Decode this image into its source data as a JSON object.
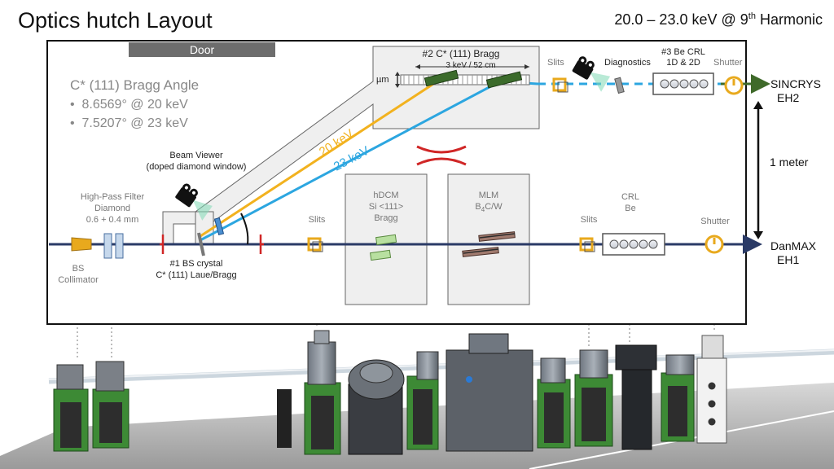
{
  "title": "Optics hutch Layout",
  "subtitle": {
    "energy": "20.0 – 23.0 keV @ 9",
    "superscript": "th",
    "suffix": " Harmonic"
  },
  "door_label": "Door",
  "bragg_note": {
    "heading": "C* (111) Bragg Angle",
    "items": [
      "8.6569° @ 20 keV",
      "7.5207° @ 23 keV"
    ]
  },
  "sincrys_branch": {
    "bragg2_title": "#2 C* (111) Bragg",
    "bragg2_scale": "3 keV / 52 cm",
    "micrometer": "µm",
    "slits": "Slits",
    "diagnostics": "Diagnostics",
    "crl3_line1": "#3 Be CRL",
    "crl3_line2": "1D & 2D",
    "shutter": "Shutter"
  },
  "beams": {
    "low": "20 keV",
    "high": "23 keV"
  },
  "beam_viewer": {
    "line1": "Beam Viewer",
    "line2": "(doped diamond window)"
  },
  "filter": {
    "line1": "High-Pass Filter",
    "line2": "Diamond",
    "line3": "0.6 + 0.4 mm"
  },
  "collimator": {
    "line1": "BS",
    "line2": "Collimator"
  },
  "bs_crystal": {
    "line1": "#1 BS crystal",
    "line2": "C* (111) Laue/Bragg"
  },
  "main_line": {
    "slits1": "Slits",
    "hdcm_line1": "hDCM",
    "hdcm_line2": "Si <111>",
    "hdcm_line3": "Bragg",
    "mlm_line1": "MLM",
    "mlm_line2_a": "B",
    "mlm_line2_sub": "4",
    "mlm_line2_b": "C/W",
    "slits2": "Slits",
    "crl_line1": "CRL",
    "crl_line2": "Be",
    "shutter": "Shutter"
  },
  "scale_label": "1 meter",
  "destinations": {
    "top_line1": "SINCRYS",
    "top_line2": "EH2",
    "bottom_line1": "DanMAX",
    "bottom_line2": "EH1"
  },
  "colors": {
    "beam_main": "#2a3a66",
    "beam_20kev": "#f2b21f",
    "beam_23kev": "#2ca6e0",
    "beam_sincrys": "#3f6a2a",
    "component_yellow": "#e8a91d",
    "crystal_green": "#3b6b2b",
    "frame": "#111111"
  }
}
